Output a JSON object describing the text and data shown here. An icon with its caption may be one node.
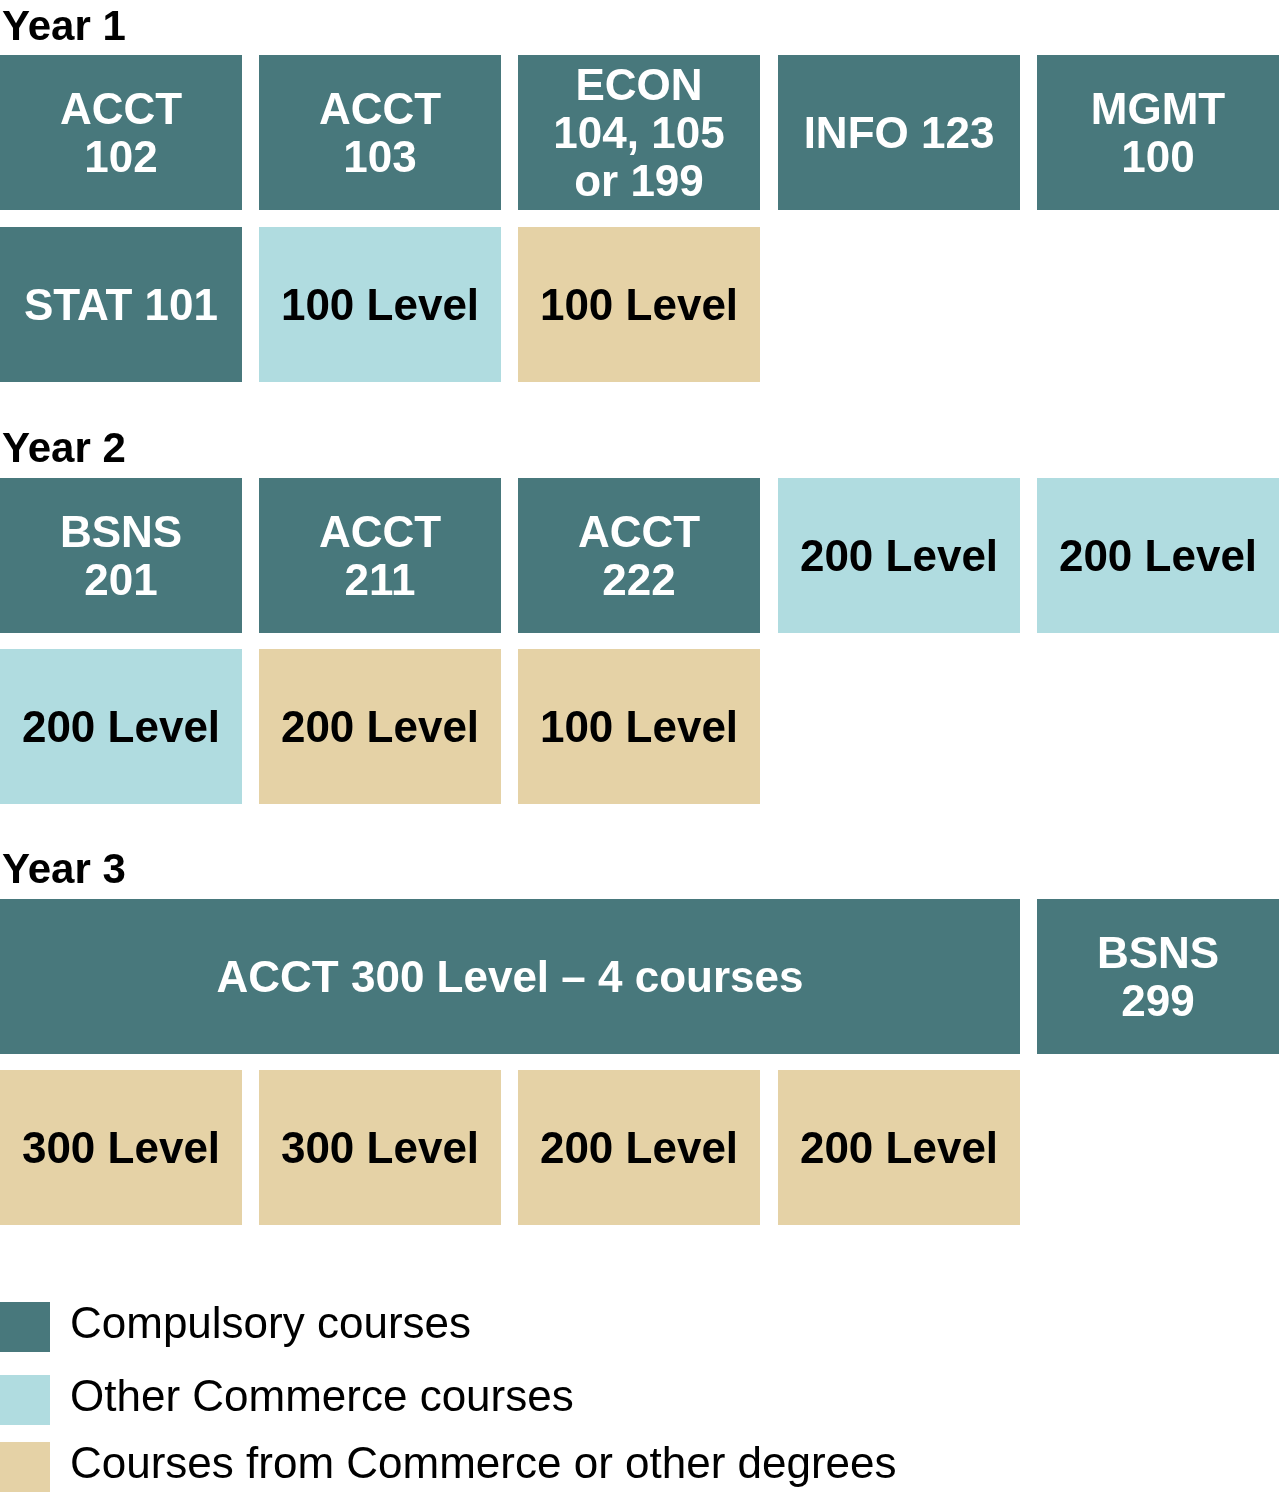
{
  "diagram": {
    "nodes": [
      {
        "text": [
          "ACCT 102"
        ]
      },
      {
        "text": [
          "ACCT 103"
        ]
      },
      {
        "text": [
          "ECON 104, 105 or 199"
        ]
      },
      {
        "text": [
          "INFO 123"
        ]
      },
      {
        "text": [
          "MGMT 100"
        ]
      },
      {
        "text": [
          "STAT 101"
        ]
      },
      {
        "text": [
          "100 Level"
        ]
      },
      {
        "text": [
          "100 Level"
        ]
      },
      {
        "text": [
          "BSNS 201"
        ]
      },
      {
        "text": [
          "ACCT 211"
        ]
      },
      {
        "text": [
          "ACCT 222"
        ]
      },
      {
        "text": [
          "200 Level"
        ]
      },
      {
        "text": [
          "200 Level"
        ]
      },
      {
        "text": [
          "200 Level"
        ]
      },
      {
        "text": [
          "200 Level"
        ]
      },
      {
        "text": [
          "100 Level"
        ]
      },
      {
        "text": [
          "ACCT 300 Level – 4 courses"
        ]
      },
      {
        "text": [
          "BSNS 299"
        ]
      },
      {
        "text": [
          "300 Level"
        ]
      },
      {
        "text": [
          "300 Level"
        ]
      },
      {
        "text": [
          "200 Level"
        ]
      },
      {
        "text": [
          "200 Level"
        ]
      }
    ],
    "labels": [
      "Year 1",
      "Year 2",
      "Year 3"
    ],
    "legend": [
      {
        "text": "Compulsory courses",
        "color": "#48787c"
      },
      {
        "text": "Other Commerce courses",
        "color": "#b0dce0"
      },
      {
        "text": "Courses from Commerce or other degrees",
        "color": "#e5d2a6"
      }
    ]
  }
}
